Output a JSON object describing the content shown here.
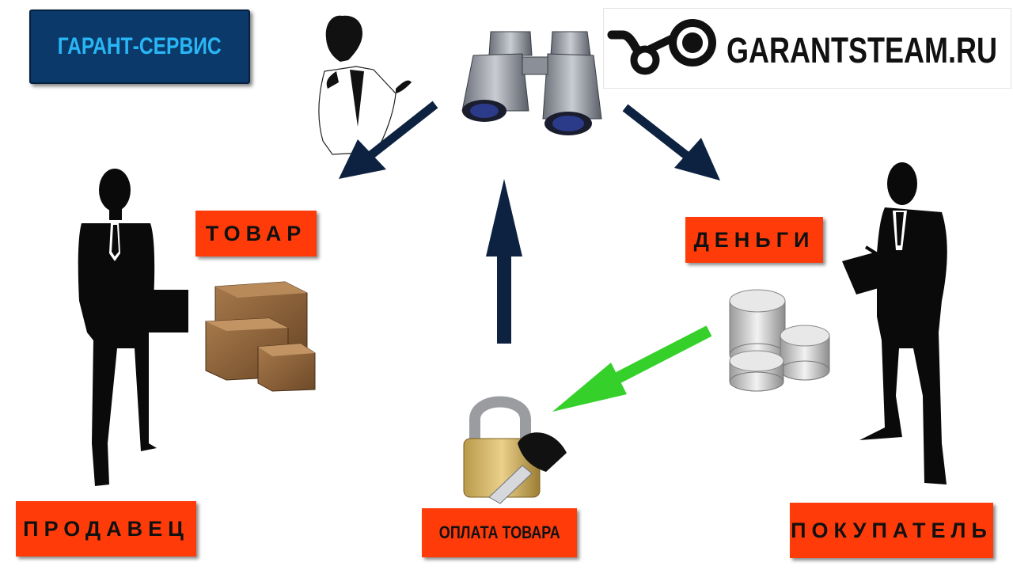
{
  "brand": {
    "label": "ГАРАНТ-СЕРВИС"
  },
  "site": {
    "url_text": "GARANTSTEAM.RU"
  },
  "nodes": {
    "goods": "ТОВАР",
    "money": "ДЕНЬГИ",
    "seller": "ПРОДАВЕЦ",
    "payment": "ОПЛАТА ТОВАРА",
    "buyer": "ПОКУПАТЕЛЬ"
  },
  "colors": {
    "label_bg": "#ff3b0a",
    "arrow_dark": "#0d2240",
    "arrow_green": "#35d12a",
    "brand_bg": "#0b3a6a",
    "brand_text": "#29b6f6"
  },
  "icons": [
    "steam-logo-icon",
    "binoculars-icon",
    "guarantor-man-icon",
    "seller-silhouette-icon",
    "buyer-silhouette-icon",
    "boxes-icon",
    "coins-icon",
    "padlock-key-icon"
  ]
}
